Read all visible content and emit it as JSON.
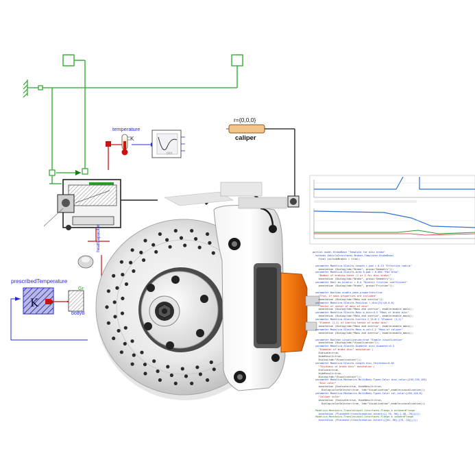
{
  "labels": {
    "temperature": "temperature",
    "K_thermo": "K",
    "caliper": "caliper",
    "caliper_param": "r={0,0,0}",
    "prescribed": "prescribedTemperature",
    "K_box": "K",
    "heat_capacitor": "heatCapacitor",
    "body": "bodyB",
    "gr": "Gr",
    "plot": "plot"
  },
  "code_lines": [
    {
      "t": "partial model BrakeBase \"Template for disc brake\"",
      "c": "blue"
    },
    {
      "t": "  extends VehicleInterfaces.Brakes.Templates.BrakeBase(",
      "c": "blue"
    },
    {
      "t": "    final includeBrakes = true);",
      "c": ""
    },
    {
      "t": "",
      "c": ""
    },
    {
      "t": "  parameter Modelica.SIunits.Length r_pad = 0.13 \"Effective radius\"",
      "c": "blue"
    },
    {
      "t": "    annotation (Dialog(tab=\"Brake\", group=\"Geometry\"));",
      "c": ""
    },
    {
      "t": "  parameter Modelica.SIunits.Area A_pad = 0.004 \"Pad area\"",
      "c": "blue"
    },
    {
      "t": "    \"Number of braking faces (1 or 2 for disc brake)\"",
      "c": "red"
    },
    {
      "t": "    annotation (Dialog(tab=\"Brake\", group=\"Geometry\"));",
      "c": ""
    },
    {
      "t": "  parameter Real mu_kinetic = 0.4 \"Kinetic friction coefficient\"",
      "c": "blue"
    },
    {
      "t": "    annotation (Dialog(tab=\"Brake\", group=\"Friction\"));",
      "c": ""
    },
    {
      "t": "",
      "c": ""
    },
    {
      "t": "  parameter Boolean enable_mass_properties=true",
      "c": "blue"
    },
    {
      "t": "    \"True, if mass properties are included\"",
      "c": "red"
    },
    {
      "t": "    annotation (Dialog(tab=\"Mass and inertia\"));",
      "c": ""
    },
    {
      "t": "  parameter Modelica.SIunits.Position r_disc[3]={0,0,0}",
      "c": "blue"
    },
    {
      "t": "    \"Vector of center of mass of disc\"",
      "c": "red"
    },
    {
      "t": "    annotation (Dialog(tab=\"Mass and inertia\", enable=enable_mass));",
      "c": ""
    },
    {
      "t": "  parameter Modelica.SIunits.Mass m_disc=4.5 \"Mass of brake disc\"",
      "c": "blue"
    },
    {
      "t": "    annotation (Dialog(tab=\"Mass and inertia\", enable=enable_mass));",
      "c": ""
    },
    {
      "t": "  parameter Modelica.SIunits.Inertia I_11=0.1 \"Element (1,1)\"",
      "c": "blue"
    },
    {
      "t": "    \"Element (1,1) of inertia tensor of brake disc\"",
      "c": "red"
    },
    {
      "t": "    annotation (Dialog(tab=\"Mass and inertia\", enable=enable_mass));",
      "c": ""
    },
    {
      "t": "  parameter Modelica.SIunits.Mass m_cal=1.2 \"Mass of caliper\"",
      "c": "blue"
    },
    {
      "t": "    annotation (Dialog(tab=\"Mass and inertia\", enable=enable_mass));",
      "c": ""
    },
    {
      "t": "",
      "c": ""
    },
    {
      "t": "  parameter Boolean visualization=true \"Enable visualization\"",
      "c": "blue"
    },
    {
      "t": "    annotation (Dialog(tab=\"Visualization\"));",
      "c": ""
    },
    {
      "t": "  parameter Modelica.SIunits.Diameter disc_diameter=0.3",
      "c": "blue"
    },
    {
      "t": "    \"Diameter of brake disc\" annotation (",
      "c": "red"
    },
    {
      "t": "    Evaluate=true,",
      "c": ""
    },
    {
      "t": "    HideResult=true,",
      "c": ""
    },
    {
      "t": "    Dialog(tab=\"Visualization\"));",
      "c": ""
    },
    {
      "t": "  parameter Modelica.SIunits.Length disc_thickness=0.02",
      "c": "blue"
    },
    {
      "t": "    \"Thickness of brake disc\" annotation (",
      "c": "red"
    },
    {
      "t": "    Evaluate=true,",
      "c": ""
    },
    {
      "t": "    HideResult=true,",
      "c": ""
    },
    {
      "t": "    Dialog(tab=\"Visualization\"));",
      "c": ""
    },
    {
      "t": "  parameter Modelica.Mechanics.MultiBody.Types.Color disc_color={155,155,155}",
      "c": "blue"
    },
    {
      "t": "    \"Disc color\"",
      "c": "red"
    },
    {
      "t": "    annotation (Evaluate=true, HideResult=true,",
      "c": ""
    },
    {
      "t": "      Dialog(colorSelector=true, tab=\"Visualization\",enable=visualization));",
      "c": ""
    },
    {
      "t": "  parameter Modelica.Mechanics.MultiBody.Types.Color cal_color={255,128,0}",
      "c": "blue"
    },
    {
      "t": "    \"Caliper color\"",
      "c": "red"
    },
    {
      "t": "    annotation (Evaluate=true, HideResult=true,",
      "c": ""
    },
    {
      "t": "      Dialog(colorSelector=true, tab=\"Visualization\",enable=visualization));",
      "c": ""
    },
    {
      "t": "",
      "c": ""
    },
    {
      "t": "  Modelica.Mechanics.Translational.Interfaces.Flange_b outboardFlange",
      "c": "green"
    },
    {
      "t": "    annotation (Placement(transformation extent={{-70,-90},{-50,-70}})));",
      "c": "blue"
    },
    {
      "t": "  Modelica.Mechanics.Translational.Interfaces.Flange_b inboardFlange",
      "c": "green"
    },
    {
      "t": "    annotation (Placement(transformation extent={{50,-90},{70,-70}})));",
      "c": "blue"
    }
  ]
}
